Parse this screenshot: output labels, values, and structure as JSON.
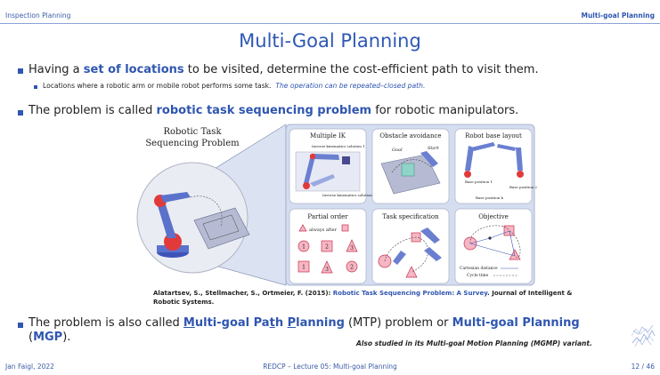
{
  "header": {
    "left": "Inspection Planning",
    "right": "Multi-goal Planning"
  },
  "title": "Multi-Goal Planning",
  "bullet1": {
    "pre": "Having a ",
    "highlight": "set of locations",
    "post": " to be visited, determine the cost-efficient path to visit them."
  },
  "sub1": {
    "text": "Locations where a robotic arm or mobile robot performs some task.",
    "note": "The operation can be repeated–closed path."
  },
  "bullet2": {
    "pre": "The problem is called ",
    "highlight": "robotic task sequencing problem",
    "post": " for robotic manipulators."
  },
  "figure": {
    "main_label_line1": "Robotic Task",
    "main_label_line2": "Sequencing Problem",
    "panels": [
      {
        "title": "Multiple IK",
        "labels": [
          "Inverse kinematics solution 1",
          "Inverse kinematics solution 2"
        ]
      },
      {
        "title": "Obstacle avoidance",
        "labels": [
          "Goal",
          "Start"
        ]
      },
      {
        "title": "Robot base layout",
        "labels": [
          "Base position 1",
          "Base position 2",
          "Base position k"
        ]
      },
      {
        "title": "Partial order",
        "labels": [
          "always after",
          "1",
          "2",
          "3",
          "1",
          "3",
          "2"
        ]
      },
      {
        "title": "Task specification",
        "labels": []
      },
      {
        "title": "Objective",
        "labels": [
          "Cartesian distance",
          "Cycle time"
        ]
      }
    ]
  },
  "reference": {
    "authors": "Alatartsev, S., Stellmacher, S., Ortmeier, F. (2015): ",
    "title": "Robotic Task Sequencing Problem: A Survey",
    "journal": ". Journal of Intelligent & Robotic Systems."
  },
  "bullet3": {
    "pre": "The problem is also called ",
    "mtp_a": "M",
    "mtp_b": "ulti-goal Pa",
    "mtp_c": "t",
    "mtp_d": "h ",
    "mtp_e": "P",
    "mtp_f": "lanning",
    "mid": " (MTP) problem or ",
    "mgp": "Multi-goal Planning",
    "line2_pre": "(",
    "mgp_abbr": "MGP",
    "line2_post": ")."
  },
  "note3": "Also studied in its Multi-goal Motion Planning (MGMP) variant.",
  "footer": {
    "author": "Jan Faigl, 2022",
    "lecture": "REDCP – Lecture 05: Multi-goal Planning",
    "page": "12 / 46"
  }
}
